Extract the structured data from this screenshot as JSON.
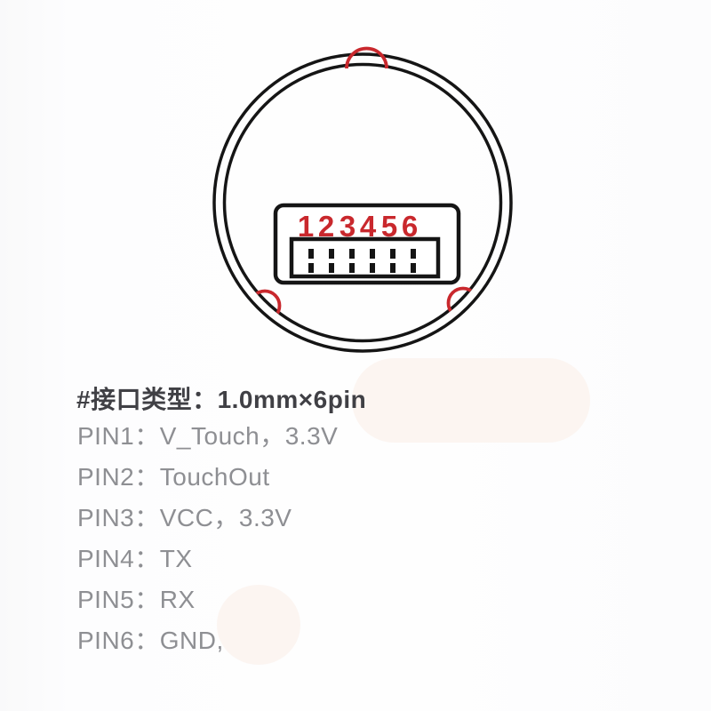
{
  "diagram": {
    "pin_numbers": [
      "1",
      "2",
      "3",
      "4",
      "5",
      "6"
    ]
  },
  "specs": {
    "title": "#接口类型：1.0mm×6pin",
    "pins": [
      "PIN1：V_Touch，3.3V",
      "PIN2：TouchOut",
      "PIN3：VCC，3.3V",
      "PIN4：TX",
      "PIN5：RX",
      "PIN6：GND,"
    ]
  },
  "colors": {
    "line": "#151515",
    "accent_red": "#c9282d",
    "title_text": "#404045",
    "pin_text": "#8e8f93",
    "background": "#fcfcfd"
  }
}
